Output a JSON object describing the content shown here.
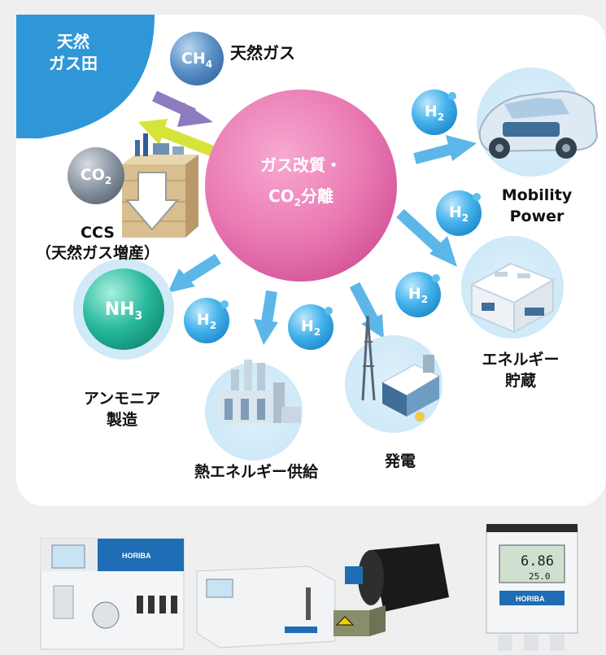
{
  "nodes": {
    "center_line1": "ガス改質・",
    "center_line2_prefix": "CO",
    "center_line2_sub": "2",
    "center_line2_suffix": "分離",
    "gas_field_line1": "天然",
    "gas_field_line2": "ガス田",
    "natural_gas": "天然ガス",
    "ccs_line1": "CCS",
    "ccs_line2": "（天然ガス増産）",
    "mobility_line1": "Mobility",
    "mobility_line2": "Power",
    "energy_storage_line1": "エネルギー",
    "energy_storage_line2": "貯蔵",
    "ammonia_line1": "アンモニア",
    "ammonia_line2": "製造",
    "heat_supply": "熱エネルギー供給",
    "power_generation": "発電"
  },
  "molecules": {
    "ch4": "CH",
    "ch4_sub": "4",
    "co2": "CO",
    "co2_sub": "2",
    "nh3": "NH",
    "nh3_sub": "3",
    "h2": "H",
    "h2_sub": "2"
  },
  "products": {
    "brand": "HORIBA",
    "display_value_1": "6.86",
    "display_value_2": "25.0"
  },
  "colors": {
    "center_pink": "#ea7bb4",
    "gas_field_blue": "#2f97d8",
    "arrow_blue": "#5cb6e8",
    "arrow_purple": "#8c7cbf",
    "arrow_yellow": "#d6e43a",
    "panel_bg": "#ffffff",
    "page_bg": "#efeff0"
  }
}
